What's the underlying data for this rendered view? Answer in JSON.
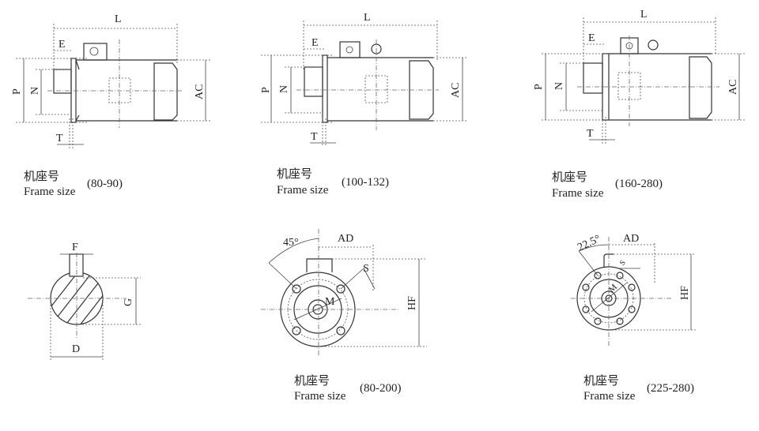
{
  "side_views": [
    {
      "labels": {
        "L": "L",
        "E": "E",
        "P": "P",
        "N": "N",
        "AC": "AC",
        "T": "T"
      },
      "caption_cn": "机座号",
      "caption_en": "Frame size",
      "range": "(80-90)"
    },
    {
      "labels": {
        "L": "L",
        "E": "E",
        "P": "P",
        "N": "N",
        "AC": "AC",
        "T": "T"
      },
      "caption_cn": "机座号",
      "caption_en": "Frame size",
      "range": "(100-132)"
    },
    {
      "labels": {
        "L": "L",
        "E": "E",
        "P": "P",
        "N": "N",
        "AC": "AC",
        "T": "T"
      },
      "caption_cn": "机座号",
      "caption_en": "Frame size",
      "range": "(160-280)"
    }
  ],
  "shaft_section": {
    "labels": {
      "F": "F",
      "G": "G",
      "D": "D"
    }
  },
  "flange_views": [
    {
      "labels": {
        "angle": "45°",
        "AD": "AD",
        "S": "S",
        "M": "M",
        "HF": "HF"
      },
      "caption_cn": "机座号",
      "caption_en": "Frame size",
      "range": "(80-200)"
    },
    {
      "labels": {
        "angle": "22.5°",
        "AD": "AD",
        "S": "S",
        "M": "M",
        "HF": "HF"
      },
      "caption_cn": "机座号",
      "caption_en": "Frame size",
      "range": "(225-280)"
    }
  ]
}
